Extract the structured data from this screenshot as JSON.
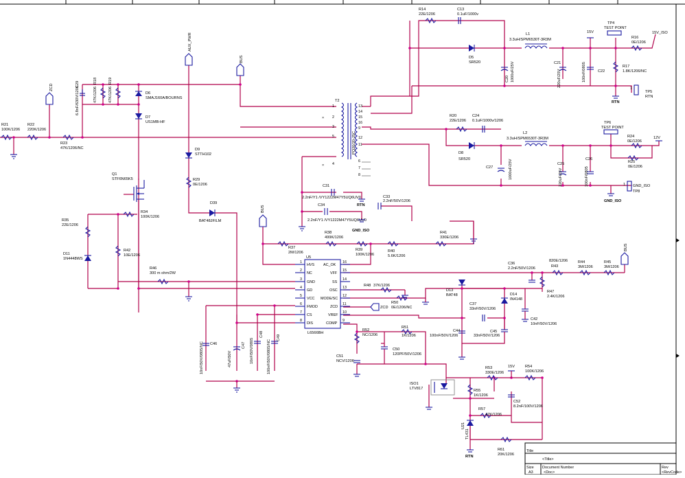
{
  "labels": {
    "R21": "R21",
    "R21v": "100K/1206",
    "R22": "R22",
    "R22v": "220K/1206",
    "R23": "R23",
    "R23v": "47K/1206/NC",
    "C29": "C29",
    "C29v": "6.8nF/630V/1206",
    "R18": "R18",
    "R18v": "47K/1206",
    "R19": "R19",
    "R19v": "47K/1206",
    "D6": "D6",
    "D6v": "SMAJ160A/BOURNS",
    "D7": "D7",
    "D7v": "US1MB-HF",
    "ZCD": "ZCD",
    "AUXPWR": "AUX_PWR",
    "BUS": "BUS",
    "Q1": "Q1",
    "Q1v": "STF6N65K5",
    "R34": "R34",
    "R34v": "100K/1206",
    "R35": "R35",
    "R35v": "22E/1206",
    "D11": "D11",
    "D11v": "1N4448WS",
    "R42": "R42",
    "R42v": "10E/1206",
    "R46": "R46",
    "R46v": "300 m ohm/2W",
    "D9": "D9",
    "D9v": "STTH102",
    "R29": "R29",
    "R29v": "0E/1206",
    "D39": "D39",
    "D39v": "BAT48JFILM",
    "T2": "T2",
    "T2v": "PQ20/20-25C",
    "C31": "C31",
    "C31v": "2.2nF/Y1 /VY1222M47Y5UQ6UV0",
    "C34": "C34",
    "C34v": "2.2nF/Y1 /VY1222M47Y5UQ6UV0",
    "C33": "C33",
    "C33v": "2.2nF/50V/1206",
    "RTN": "RTN",
    "GNDISO": "GND_ISO",
    "R37": "R37",
    "R37v": "2M/1206",
    "R38": "R38",
    "R38v": "499K/1206",
    "R39": "R39",
    "R39v": "100K/1206",
    "R40": "R40",
    "R40v": "5.6K/1206",
    "R41": "R41",
    "R41v": "330E/1206",
    "U5": "U5",
    "U5v": "L6566BH",
    "R14": "R14",
    "R14v": "22E/1206",
    "C13": "C13",
    "C13v": "0.1uF/1000v",
    "D5": "D5",
    "D5v": "SR520",
    "L1": "L1",
    "L1v": "3.3uH/SPM6530T-3R3M",
    "C20": "C20",
    "C20v": "1000uF/25V",
    "C21": "C21",
    "C21v": "220uF/25V",
    "C22": "C22",
    "C22v": "100nF/0805",
    "V15": "15V",
    "TP4": "TP4",
    "TP4v": "TEST POINT",
    "R16": "R16",
    "R16v": "0E/1206",
    "V15ISO": "15V_ISO",
    "R17": "R17",
    "R17v": "1.8K/1206/NC",
    "TP5": "TP5",
    "TP5v": "RTN",
    "R20": "R20",
    "R20v": "22E/1206",
    "C24": "C24",
    "C24v": "0.1uF/1000v/1206",
    "D8": "D8",
    "D8v": "SR520",
    "L2": "L2",
    "L2v": "3.3uH/SPM6530T-3R3M",
    "C27": "C27",
    "C27v": "1000uF/25V",
    "C25": "C25",
    "C25v": "220uF/25V",
    "C26": "C26",
    "C26v": "100nF/0805",
    "TP6": "TP6",
    "TP6v": "TEST POINT",
    "R24": "R24",
    "R24v": "0E/1206",
    "V12": "12V",
    "R25": "R25",
    "R25v": "0E/1206",
    "TP8": "TP8",
    "TP8v": "GND_ISO",
    "C36": "C36",
    "C36v": "2.2nF/50V/1206",
    "R43": "R43",
    "R43v": "820E/1206",
    "R44": "R44",
    "R44v": "3M/1206",
    "R45": "R45",
    "R45v": "3M/1206",
    "R47": "R47",
    "R47v": "2.4K/1206",
    "R48": "R48",
    "R48v": "37K/1206",
    "R50": "R50",
    "R50v": "0E/1206/NC",
    "D13": "D13",
    "D13v": "BAT48",
    "D14": "D14",
    "D14v": "IN4148",
    "C37": "C37",
    "C37v": "33nF/50V/1206",
    "C42": "C42",
    "C42v": "10nF/50V/1206",
    "C44": "C44",
    "C44v": "100nF/50V/1206",
    "C45": "C45",
    "C45v": "33nF/50V/1206",
    "R51": "R51",
    "R51v": "1K/1206",
    "R52": "R52",
    "R52v": "NC/1206",
    "C50": "C50",
    "C50v": "120PF/50V/1206",
    "C51": "C51",
    "C51v": "NCV/1206",
    "C46": "C46",
    "C46v": "10nF/50V/0805/NC",
    "C47": "C47",
    "C47v": "47uF/50V",
    "C48": "C48",
    "C48v": "10nF/50V/0805",
    "C49": "C49",
    "C49v": "100nF/50V/0805/NC",
    "ISO1": "ISO1",
    "ISO1v": "LTV817",
    "R53": "R53",
    "R53v": "330E/1206",
    "R54": "R54",
    "R54v": "100K/1206",
    "R55": "R55",
    "R55v": "1K/1206",
    "R57": "R57",
    "R57v": "47K/1206",
    "C52": "C52",
    "C52v": "8.2nF/100V/1206",
    "U21": "U21",
    "U21v": "TL431",
    "R61": "R61",
    "R61v": "20K/1206"
  },
  "ic": {
    "left_pins": [
      {
        "num": "1",
        "name": "HVS"
      },
      {
        "num": "2",
        "name": "NC"
      },
      {
        "num": "3",
        "name": "GND"
      },
      {
        "num": "4",
        "name": "GD"
      },
      {
        "num": "5",
        "name": "VCC"
      },
      {
        "num": "6",
        "name": "FMOD"
      },
      {
        "num": "7",
        "name": "CS"
      },
      {
        "num": "8",
        "name": "DIS"
      }
    ],
    "right_pins": [
      {
        "num": "16",
        "name": "AC_OK"
      },
      {
        "num": "15",
        "name": "VFF"
      },
      {
        "num": "14",
        "name": "SS"
      },
      {
        "num": "13",
        "name": "OSC"
      },
      {
        "num": "12",
        "name": "MODE/SC"
      },
      {
        "num": "11",
        "name": "ZCD"
      },
      {
        "num": "10",
        "name": "VREF"
      },
      {
        "num": "9",
        "name": "COMP"
      }
    ]
  },
  "transformer": {
    "left_pins": [
      "1",
      "2",
      "3",
      "5",
      "4"
    ],
    "right_pins": [
      "13",
      "14",
      "15",
      "16",
      "9",
      "12",
      "11",
      "6",
      "7",
      "8"
    ]
  },
  "title_block": {
    "title_label": "Title",
    "title_value": "<Title>",
    "size_label": "Size",
    "size_value": "A3",
    "docnum_label": "Document Number",
    "docnum_value": "<Doc>",
    "rev_label": "Rev",
    "rev_value": "<RevCode>"
  },
  "colors": {
    "wire": "#b0004a",
    "component": "#1a1aa0",
    "junction": "#d0008a"
  }
}
